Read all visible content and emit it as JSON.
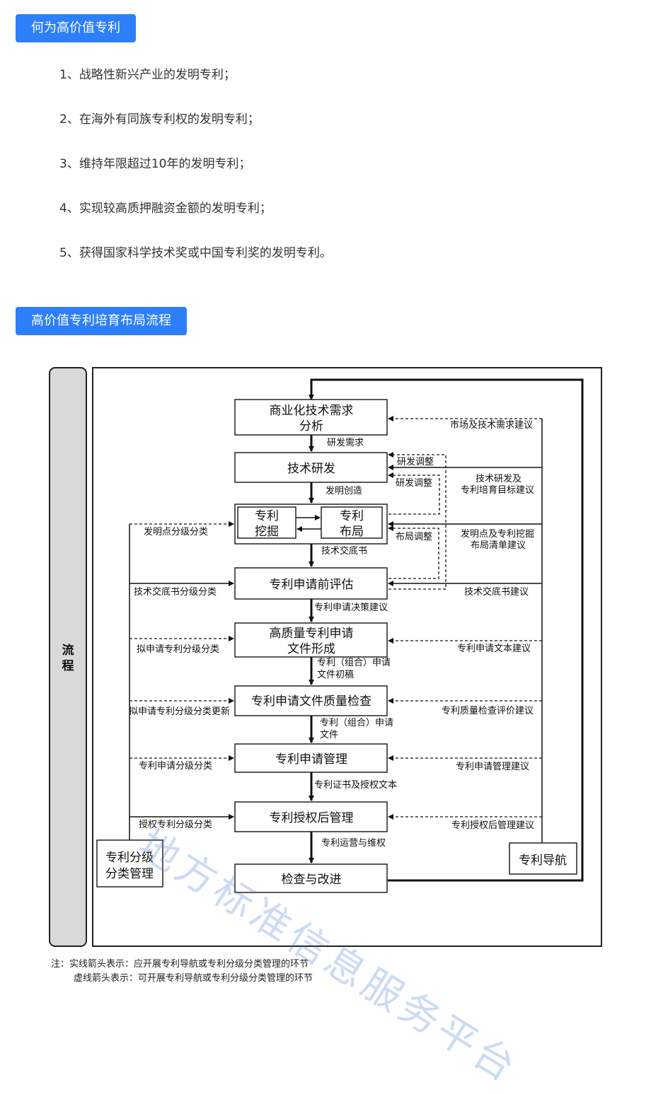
{
  "section1": {
    "title": "何为高价值专利",
    "items": [
      "1、战略性新兴产业的发明专利；",
      "2、在海外有同族专利权的发明专利；",
      "3、维持年限超过10年的发明专利；",
      "4、实现较高质押融资金额的发明专利；",
      "5、获得国家科学技术奖或中国专利奖的发明专利。"
    ]
  },
  "section2": {
    "title": "高价值专利培育布局流程"
  },
  "diagram": {
    "side_label": [
      "流",
      "程"
    ],
    "steps": {
      "s1": [
        "商业化技术需求",
        "分析"
      ],
      "s2": "技术研发",
      "s3a": [
        "专利",
        "挖掘"
      ],
      "s3b": [
        "专利",
        "布局"
      ],
      "s4": "专利申请前评估",
      "s5": [
        "高质量专利申请",
        "文件形成"
      ],
      "s6": "专利申请文件质量检查",
      "s7": "专利申请管理",
      "s8": "专利授权后管理",
      "s9": "检查与改进"
    },
    "flow_labels": {
      "f1": "研发需求",
      "f2": "发明创造",
      "f3": "技术交底书",
      "f4": "专利申请决策建议",
      "f5": [
        "专利（组合）申请",
        "文件初稿"
      ],
      "f6": [
        "专利（组合）申请",
        "文件"
      ],
      "f7": "专利证书及授权文本",
      "f8": "专利运营与维权"
    },
    "left_box": [
      "专利分级",
      "分类管理"
    ],
    "left_labels": {
      "l1": "发明点分级分类",
      "l2": "技术交底书分级分类",
      "l3": "拟申请专利分级分类",
      "l4": "拟申请专利分级分类更新",
      "l5": "专利申请分级分类",
      "l6": "授权专利分级分类"
    },
    "right_box": "专利导航",
    "right_labels": {
      "r1": "市场及技术需求建议",
      "r2": [
        "技术研发及",
        "专利培育目标建议"
      ],
      "r3": [
        "发明点及专利挖掘",
        "布局清单建议"
      ],
      "r4": "技术交底书建议",
      "r5": "专利申请文本建议",
      "r6": "专利质量检查评价建议",
      "r7": "专利申请管理建议",
      "r8": "专利授权后管理建议"
    },
    "adjust_labels": {
      "a1": "研发调整",
      "a2": "研发调整",
      "a3": "布局调整"
    }
  },
  "notes": {
    "line1": "注：实线箭头表示：应开展专利导航或专利分级分类管理的环节",
    "line2": "虚线箭头表示：可开展专利导航或专利分级分类管理的环节"
  },
  "watermark": "地方标准信息服务平台"
}
